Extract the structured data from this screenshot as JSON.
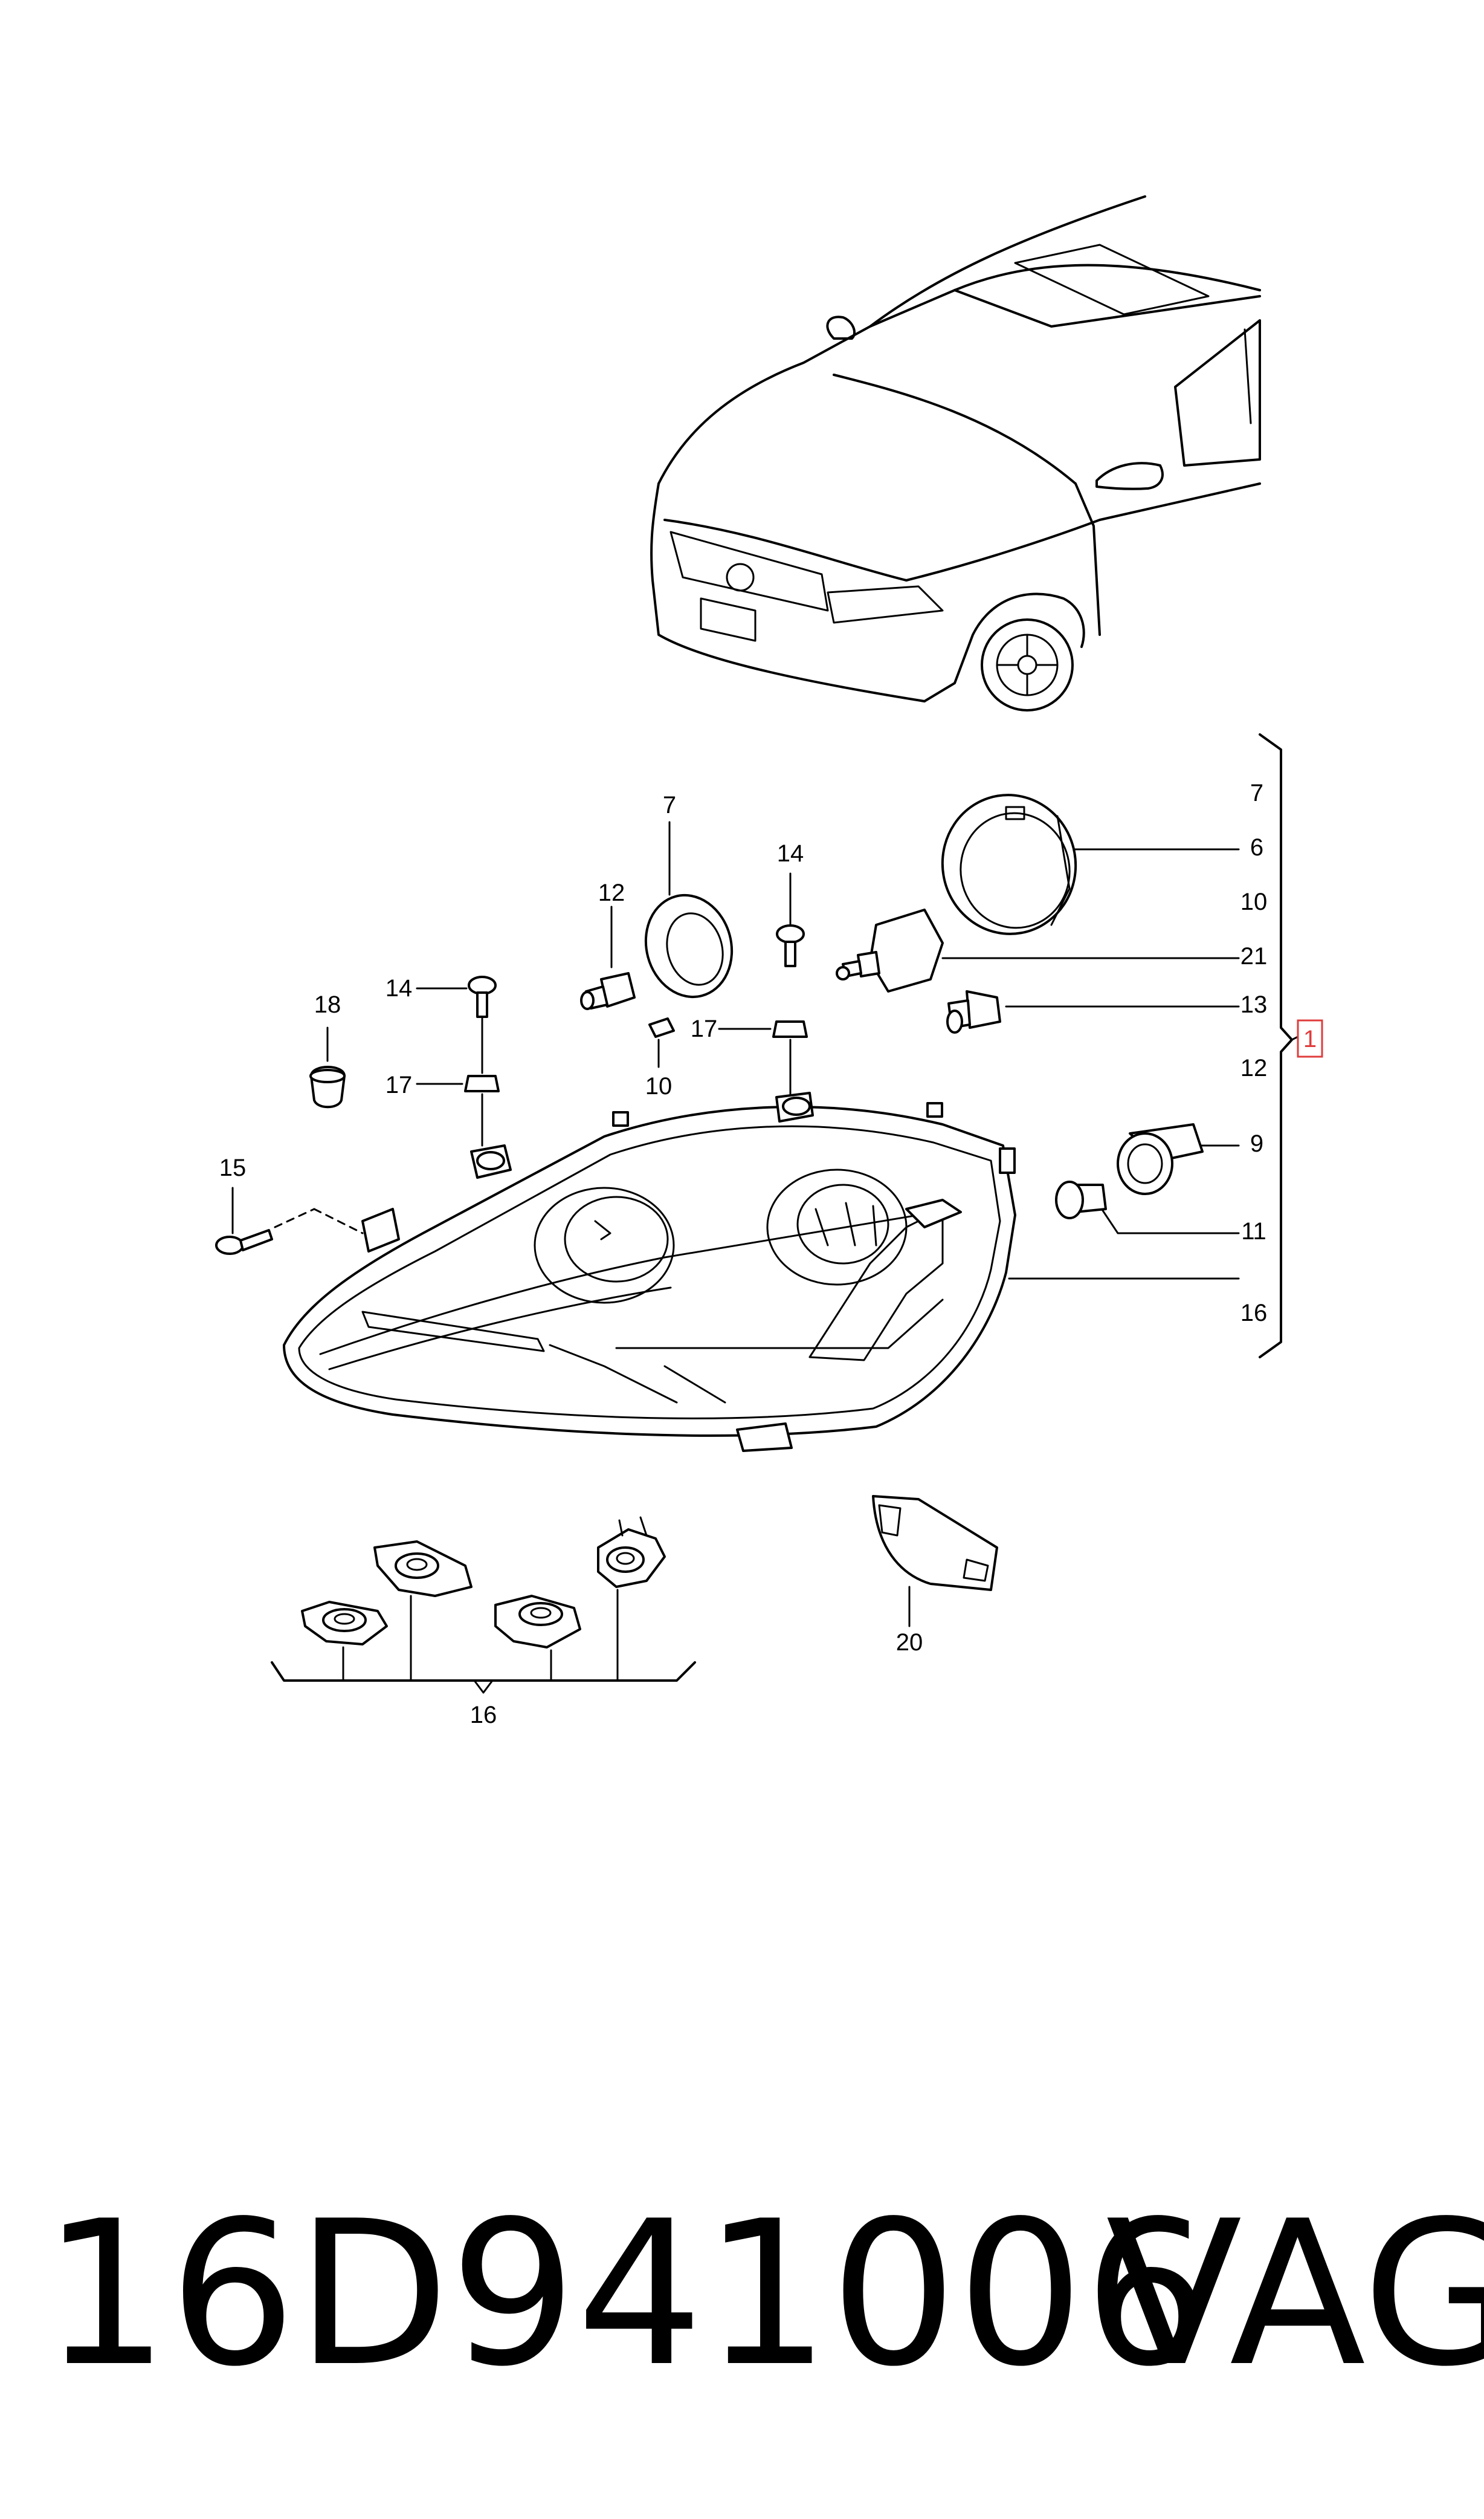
{
  "diagram": {
    "callouts": {
      "c7_top": "7",
      "c12_left": "12",
      "c14_top": "14",
      "c18": "18",
      "c14_left": "14",
      "c17_left": "17",
      "c17_mid": "17",
      "c10_mid": "10",
      "c15": "15",
      "r7": "7",
      "r6": "6",
      "r10": "10",
      "r21": "21",
      "r13": "13",
      "r12": "12",
      "r9": "9",
      "r11": "11",
      "r16": "16",
      "bottom16": "16",
      "c20": "20"
    },
    "highlight_label": "1",
    "highlight_color": "#e03c3c"
  },
  "footer": {
    "part_number": "16D941006",
    "brand": "VAG"
  }
}
